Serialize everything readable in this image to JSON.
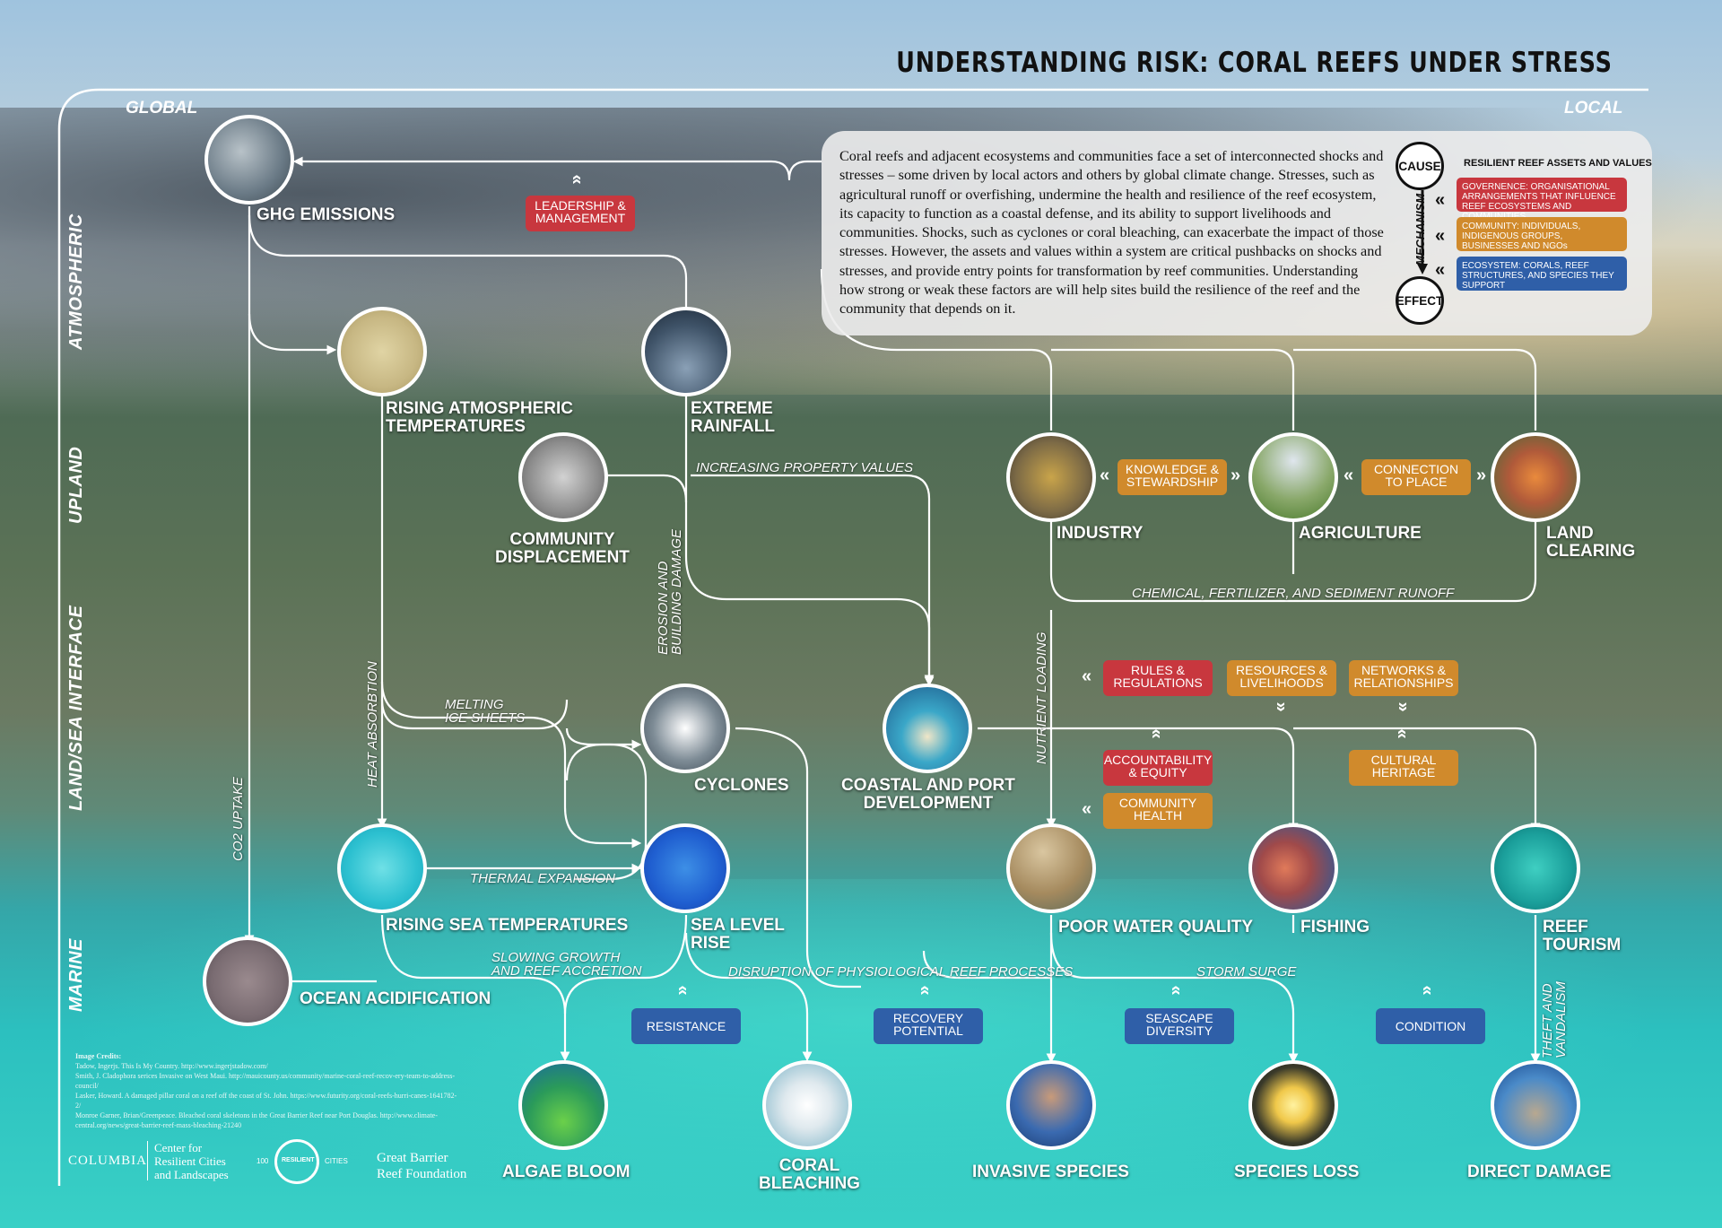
{
  "title": "UNDERSTANDING RISK: CORAL REEFS UNDER STRESS",
  "scale": {
    "left": "GLOBAL",
    "right": "LOCAL"
  },
  "zones": [
    "ATMOSPHERIC",
    "UPLAND",
    "LAND/SEA INTERFACE",
    "MARINE"
  ],
  "description": "Coral reefs and adjacent ecosystems and communities face a set of interconnected shocks and stresses – some driven by local actors and others by global climate change. Stresses, such as agricultural runoff or overfishing, undermine the health and resilience of the reef ecosystem, its capacity to function as a coastal defense, and its ability to support livelihoods and communities. Shocks, such as cyclones or coral bleaching, can exacerbate the impact of those stresses. However, the assets and values within a system are critical pushbacks on shocks and stresses, and provide entry points for transformation by reef communities. Understanding how strong or weak these factors are will help sites build the resilience of the reef and the community that depends on it.",
  "legend": {
    "cause": "CAUSE",
    "mechanism": "MECHANISM",
    "effect": "EFFECT",
    "title": "RESILIENT REEF ASSETS AND VALUES",
    "governance": "GOVERNENCE: ORGANISATIONAL ARRANGEMENTS THAT INFLUENCE REEF ECOSYSTEMS AND COMMUNITIES",
    "community": "COMMUNITY: INDIVIDUALS, INDIGENOUS GROUPS, BUSINESSES AND NGOs",
    "ecosystem": "ECOSYSTEM: CORALS, REEF STRUCTURES, AND SPECIES THEY SUPPORT",
    "colors": {
      "governance": "#c8373e",
      "community": "#d08a2c",
      "ecosystem": "#2f5fa8"
    }
  },
  "nodes": {
    "ghg": "GHG EMISSIONS",
    "rising_atm": "RISING ATMOSPHERIC\nTEMPERATURES",
    "extreme_rainfall": "EXTREME\nRAINFALL",
    "displacement": "COMMUNITY\nDISPLACEMENT",
    "industry": "INDUSTRY",
    "agriculture": "AGRICULTURE",
    "land_clearing": "LAND\nCLEARING",
    "cyclones": "CYCLONES",
    "coastal": "COASTAL AND PORT\nDEVELOPMENT",
    "rising_sea": "RISING SEA TEMPERATURES",
    "sea_level": "SEA LEVEL\nRISE",
    "poor_water": "POOR WATER QUALITY",
    "fishing": "FISHING",
    "reef_tourism": "REEF\nTOURISM",
    "ocean_acid": "OCEAN ACIDIFICATION",
    "algae": "ALGAE BLOOM",
    "bleaching": "CORAL\nBLEACHING",
    "invasive": "INVASIVE SPECIES",
    "species_loss": "SPECIES LOSS",
    "direct_damage": "DIRECT DAMAGE"
  },
  "flows": {
    "property": "INCREASING PROPERTY VALUES",
    "runoff": "CHEMICAL, FERTILIZER, AND SEDIMENT RUNOFF",
    "erosion": "EROSION AND\nBUILDING DAMAGE",
    "nutrient": "NUTRIENT LOADING",
    "heat": "HEAT ABSORBTION",
    "co2": "CO2 UPTAKE",
    "melting": "MELTING\nICE SHEETS",
    "thermal": "THERMAL  EXPANSION",
    "slowing": "SLOWING GROWTH\nAND REEF ACCRETION",
    "disruption": "DISRUPTION OF PHYSIOLOGICAL REEF PROCESSES",
    "storm": "STORM SURGE",
    "theft": "THEFT AND\nVANDALISM"
  },
  "tags": {
    "leadership": "LEADERSHIP &\nMANAGEMENT",
    "knowledge": "KNOWLEDGE &\nSTEWARDSHIP",
    "connection": "CONNECTION\nTO PLACE",
    "rules": "RULES &\nREGULATIONS",
    "resources": "RESOURCES &\nLIVELIHOODS",
    "networks": "NETWORKS &\nRELATIONSHIPS",
    "accountability": "ACCOUNTABILITY\n& EQUITY",
    "cultural": "CULTURAL\nHERITAGE",
    "health": "COMMUNITY\nHEALTH",
    "resistance": "RESISTANCE",
    "recovery": "RECOVERY\nPOTENTIAL",
    "seascape": "SEASCAPE\nDIVERSITY",
    "condition": "CONDITION"
  },
  "credits": {
    "heading": "Image Credits:",
    "lines": [
      "Tadow, Ingerjs. This Is My Country. http://www.ingerjstadow.com/",
      "Smith, J. Cladophora serices Invasive on West Maui. http://mauicounty.us/community/marine-coral-reef-recov-ery-team-to-address-council/",
      "Lasker, Howard. A damaged pillar coral on a reef off the coast of St. John. https://www.futurity.org/coral-reefs-hurri-canes-1641782-2/",
      "Monroe Garner, Brian/Greenpeace. Bleached coral skeletons in the Great Barrier Reef near Port Douglas. http://www.climate-central.org/news/great-barrier-reef-mass-bleaching-21240"
    ]
  },
  "logos": {
    "columbia": "COLUMBIA",
    "crcl": "Center for\nResilient Cities\nand Landscapes",
    "roo": "100",
    "resilient": "RESILIENT",
    "cities": "CITIES",
    "gbr": "Great Barrier\nReef Foundation"
  }
}
